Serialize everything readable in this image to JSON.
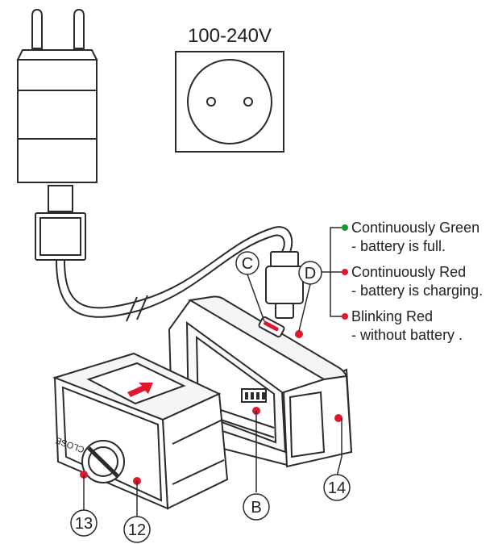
{
  "voltage_label": "100-240V",
  "callouts": {
    "c": "C",
    "d": "D",
    "b": "B",
    "n13": "13",
    "n12": "12",
    "n14": "14"
  },
  "case_text": "CLOSE",
  "legend": [
    {
      "title": "Continuously Green",
      "desc": "- battery is full.",
      "dot_color": "#1a9a2e"
    },
    {
      "title": "Continuously Red",
      "desc": "- battery is charging.",
      "dot_color": "#e0182d"
    },
    {
      "title": "Blinking Red",
      "desc": "- without battery .",
      "dot_color": "#e0182d"
    }
  ],
  "colors": {
    "accent_red": "#e0182d",
    "line": "#2b2b2b"
  }
}
